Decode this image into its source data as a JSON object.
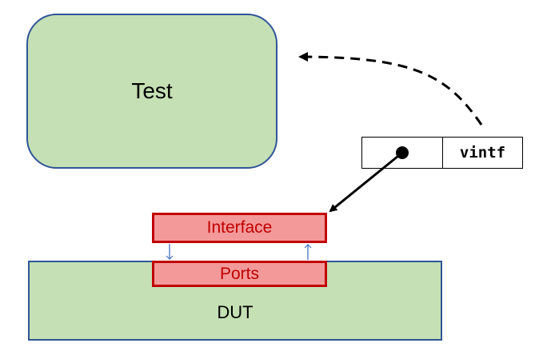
{
  "diagram": {
    "test_label": "Test",
    "interface_label": "Interface",
    "ports_label": "Ports",
    "dut_label": "DUT",
    "vintf_label": "vintf"
  },
  "colors": {
    "box_fill_green": "#c5e0b4",
    "box_border_blue": "#2f5597",
    "interface_fill": "#f4999a",
    "interface_border": "#c00000",
    "interface_text": "#c00000",
    "signal_arrow": "#4472c4"
  }
}
